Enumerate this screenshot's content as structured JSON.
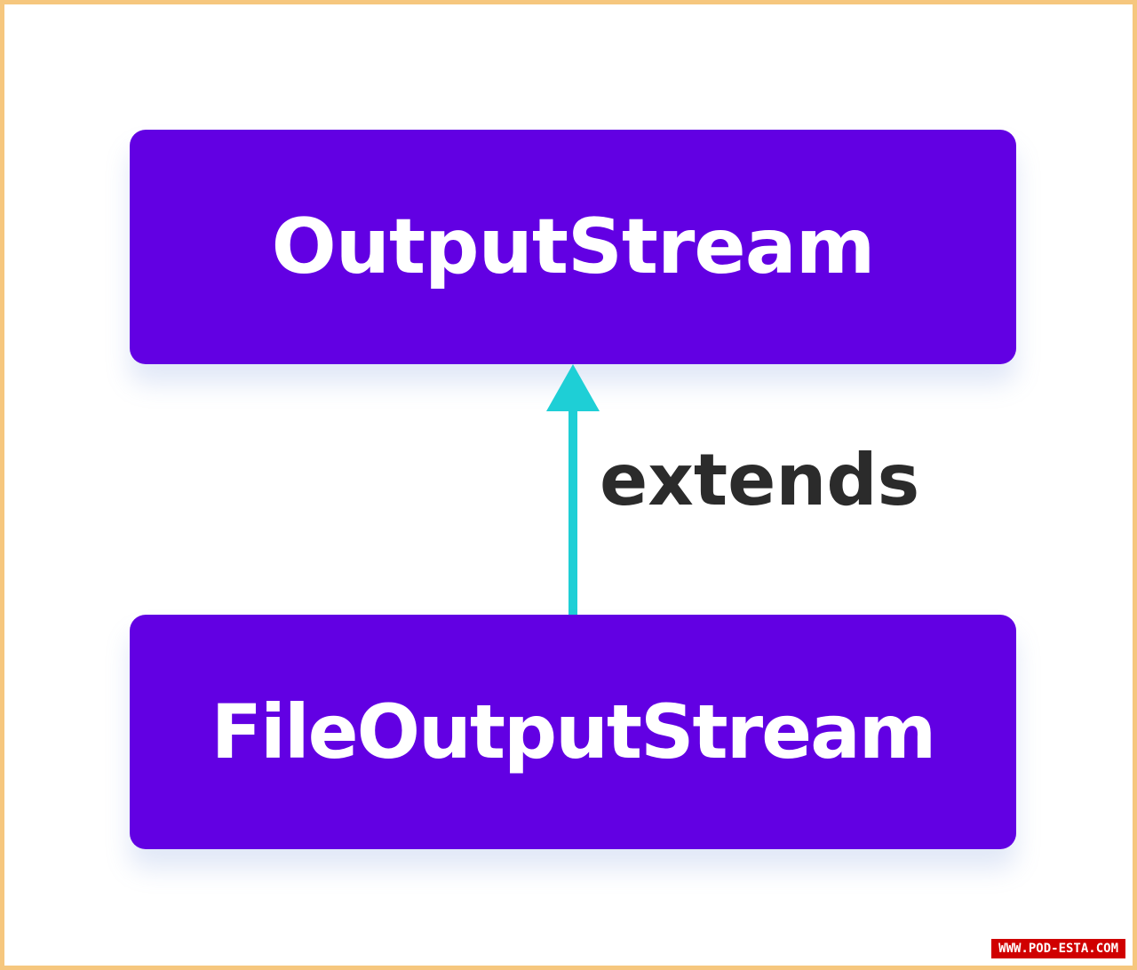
{
  "diagram": {
    "parent_class": "OutputStream",
    "child_class": "FileOutputStream",
    "relationship": "extends",
    "colors": {
      "box_fill": "#6200e3",
      "box_text": "#ffffff",
      "arrow": "#1ecfd6",
      "label_text": "#2b2b2b",
      "frame_border": "#f6c77e"
    }
  },
  "watermark": {
    "text": "WWW.POD-ESTA.COM"
  }
}
